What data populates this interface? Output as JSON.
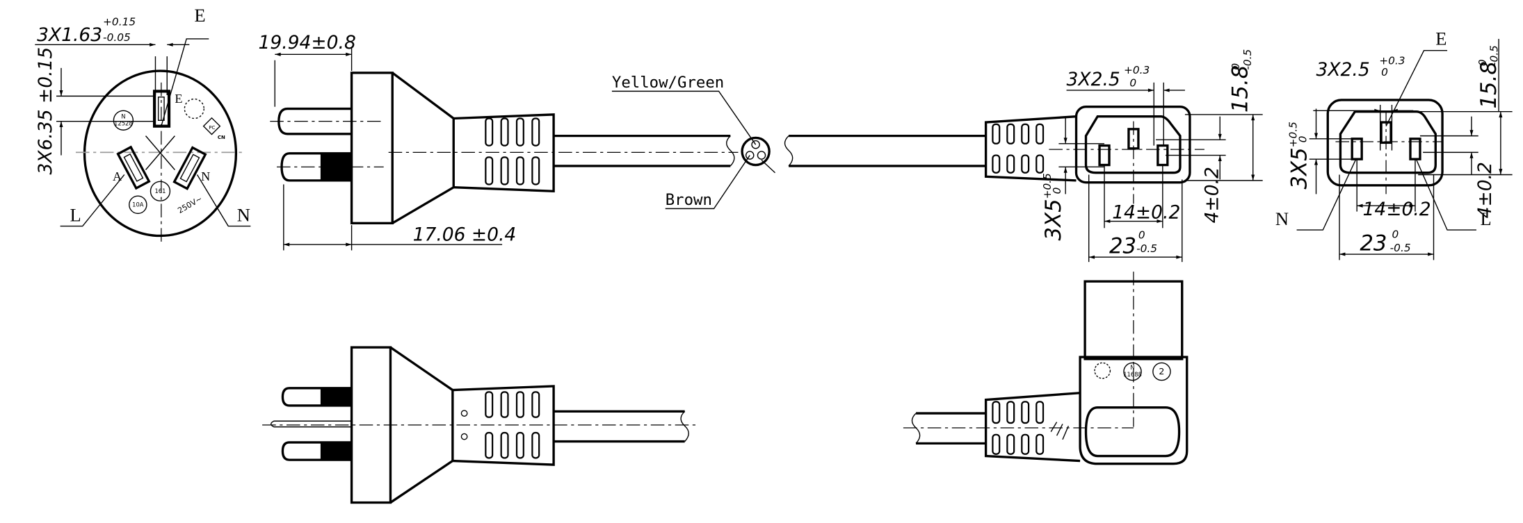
{
  "plug_face": {
    "pin_labels": {
      "earth": "E",
      "live": "L",
      "neutral": "N",
      "slot_e": "E",
      "slot_a": "A",
      "slot_n": "N"
    },
    "markings": {
      "cert_no": "N",
      "cert_num": "12528",
      "ccc_no": "161",
      "current": "10A",
      "voltage": "250V~",
      "pc_mark": "PC",
      "cn_mark": "CN"
    },
    "dim_pin_width": {
      "value": "3X1.63",
      "upper_tol": "+0.15",
      "lower_tol": "-0.05"
    },
    "dim_pin_spacing": {
      "value": "3X6.35 ±0.15"
    }
  },
  "plug_side": {
    "dim_pin_length": "19.94±0.8",
    "dim_insulated_length": "17.06 ±0.4"
  },
  "cable": {
    "wire_earth": "Yellow/Green",
    "wire_live": "Brown"
  },
  "connector_side": {
    "dim_contact_width": {
      "value": "3X2.5",
      "upper_tol": "+0.3",
      "lower_tol": "0"
    },
    "dim_height": {
      "value": "15.8",
      "upper_tol": "0",
      "lower_tol": "-0.5"
    },
    "dim_contact_height": {
      "value": "3X5",
      "upper_tol": "+0.5",
      "lower_tol": "0"
    },
    "dim_pitch": "14±0.2",
    "dim_offset": "4±0.2",
    "dim_width": {
      "value": "23",
      "upper_tol": "0",
      "lower_tol": "-0.5"
    }
  },
  "connector_front": {
    "pin_labels": {
      "earth": "E",
      "neutral": "N",
      "live": "L"
    },
    "dim_contact_width": {
      "value": "3X2.5",
      "upper_tol": "+0.3",
      "lower_tol": "0"
    },
    "dim_height": {
      "value": "15.8",
      "upper_tol": "0",
      "lower_tol": "-0.5"
    },
    "dim_contact_height": {
      "value": "3X5",
      "upper_tol": "+0.5",
      "lower_tol": "0"
    },
    "dim_pitch": "14±0.2",
    "dim_offset": "4±0.2",
    "dim_width": {
      "value": "23",
      "upper_tol": "0",
      "lower_tol": "-0.5"
    }
  },
  "connector_angled": {
    "cert_no": "N",
    "cert_num": "11688",
    "rating_mark": "2"
  }
}
